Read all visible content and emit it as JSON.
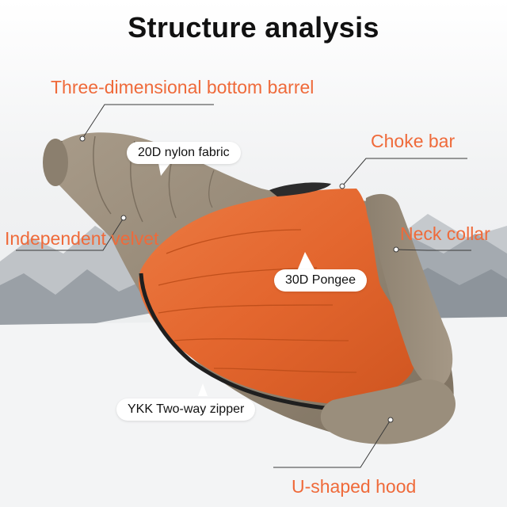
{
  "title": "Structure analysis",
  "labels": {
    "barrel": "Three-dimensional bottom barrel",
    "choke": "Choke bar",
    "velvet": "Independent velvet",
    "collar": "Neck collar",
    "hood": "U-shaped hood"
  },
  "bubbles": {
    "nylon": "20D nylon fabric",
    "pongee": "30D Pongee",
    "zipper": "YKK Two-way zipper"
  },
  "colors": {
    "accent": "#ef6a3a",
    "shell": "#948776",
    "lining": "#e3662e"
  }
}
